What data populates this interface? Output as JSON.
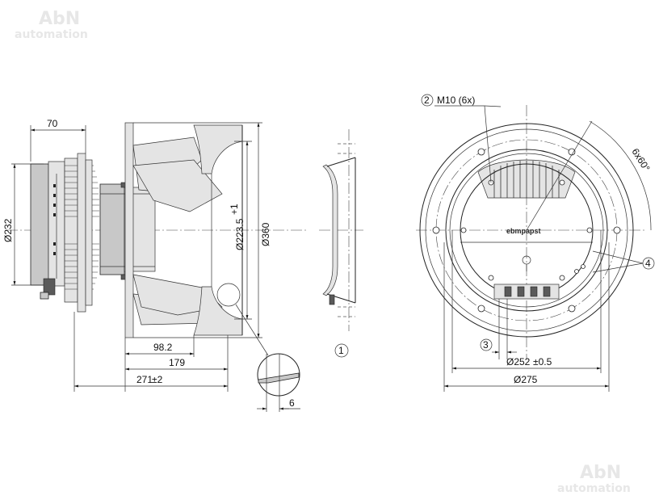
{
  "watermark": {
    "brand": "AbN",
    "sub": "automation"
  },
  "dimensions": {
    "d70": "70",
    "d232": "Ø232",
    "d223": "Ø223.5",
    "d223_tol": "+1",
    "d360": "Ø360",
    "d98": "98.2",
    "d179": "179",
    "d271": "271",
    "d271_tol": "±2",
    "d6": "6",
    "d252": "Ø252",
    "d252_tol": "±0.5",
    "d275": "Ø275",
    "angle": "6x60°",
    "thread": "M10 (6x)"
  },
  "callouts": {
    "c1": "1",
    "c2": "2",
    "c3": "3",
    "c4": "4"
  },
  "brand_label": "ebmpapst"
}
